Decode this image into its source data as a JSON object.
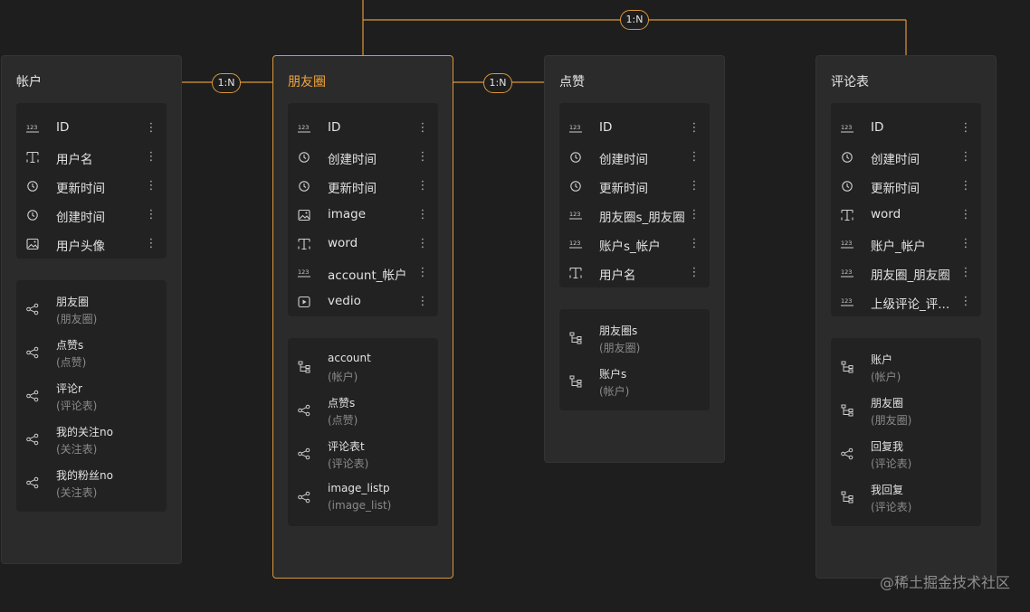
{
  "colors": {
    "background": "#1e1e1e",
    "card": "#2b2b2b",
    "inner": "#222222",
    "accent": "#d9973a",
    "muted": "#8a8a8a"
  },
  "relations": [
    {
      "label": "1:N"
    },
    {
      "label": "1:N"
    },
    {
      "label": "1:N"
    }
  ],
  "tables": [
    {
      "title": "帐户",
      "active": false,
      "fields": [
        {
          "icon": "number-icon",
          "name": "ID"
        },
        {
          "icon": "text-icon",
          "name": "用户名"
        },
        {
          "icon": "clock-icon",
          "name": "更新时间"
        },
        {
          "icon": "clock-icon",
          "name": "创建时间"
        },
        {
          "icon": "image-icon",
          "name": "用户头像"
        }
      ],
      "relations": [
        {
          "icon": "relation-icon",
          "name": "朋友圈",
          "target": "(朋友圈)"
        },
        {
          "icon": "relation-icon",
          "name": "点赞s",
          "target": "(点赞)"
        },
        {
          "icon": "relation-icon",
          "name": "评论r",
          "target": "(评论表)"
        },
        {
          "icon": "relation-icon",
          "name": "我的关注no",
          "target": "(关注表)"
        },
        {
          "icon": "relation-icon",
          "name": "我的粉丝no",
          "target": "(关注表)"
        }
      ]
    },
    {
      "title": "朋友圈",
      "active": true,
      "fields": [
        {
          "icon": "number-icon",
          "name": "ID"
        },
        {
          "icon": "clock-icon",
          "name": "创建时间"
        },
        {
          "icon": "clock-icon",
          "name": "更新时间"
        },
        {
          "icon": "image-icon",
          "name": "image"
        },
        {
          "icon": "text-icon",
          "name": "word"
        },
        {
          "icon": "number-icon",
          "name": "account_帐户"
        },
        {
          "icon": "video-icon",
          "name": "vedio"
        }
      ],
      "relations": [
        {
          "icon": "link-icon",
          "name": "account",
          "target": "(帐户)"
        },
        {
          "icon": "relation-icon",
          "name": "点赞s",
          "target": "(点赞)"
        },
        {
          "icon": "relation-icon",
          "name": "评论表t",
          "target": "(评论表)"
        },
        {
          "icon": "relation-icon",
          "name": "image_listp",
          "target": "(image_list)"
        }
      ]
    },
    {
      "title": "点赞",
      "active": false,
      "fields": [
        {
          "icon": "number-icon",
          "name": "ID"
        },
        {
          "icon": "clock-icon",
          "name": "创建时间"
        },
        {
          "icon": "clock-icon",
          "name": "更新时间"
        },
        {
          "icon": "number-icon",
          "name": "朋友圈s_朋友圈"
        },
        {
          "icon": "number-icon",
          "name": "账户s_帐户"
        },
        {
          "icon": "text-icon",
          "name": "用户名"
        }
      ],
      "relations": [
        {
          "icon": "link-icon",
          "name": "朋友圈s",
          "target": "(朋友圈)"
        },
        {
          "icon": "link-icon",
          "name": "账户s",
          "target": "(帐户)"
        }
      ]
    },
    {
      "title": "评论表",
      "active": false,
      "fields": [
        {
          "icon": "number-icon",
          "name": "ID"
        },
        {
          "icon": "clock-icon",
          "name": "创建时间"
        },
        {
          "icon": "clock-icon",
          "name": "更新时间"
        },
        {
          "icon": "text-icon",
          "name": "word"
        },
        {
          "icon": "number-icon",
          "name": "账户_帐户"
        },
        {
          "icon": "number-icon",
          "name": "朋友圈_朋友圈"
        },
        {
          "icon": "number-icon",
          "name": "上级评论_评..."
        }
      ],
      "relations": [
        {
          "icon": "link-icon",
          "name": "账户",
          "target": "(帐户)"
        },
        {
          "icon": "link-icon",
          "name": "朋友圈",
          "target": "(朋友圈)"
        },
        {
          "icon": "relation-icon",
          "name": "回复我",
          "target": "(评论表)"
        },
        {
          "icon": "link-icon",
          "name": "我回复",
          "target": "(评论表)"
        }
      ]
    }
  ],
  "field_menu_glyph": "⋮",
  "watermark": "@稀土掘金技术社区"
}
